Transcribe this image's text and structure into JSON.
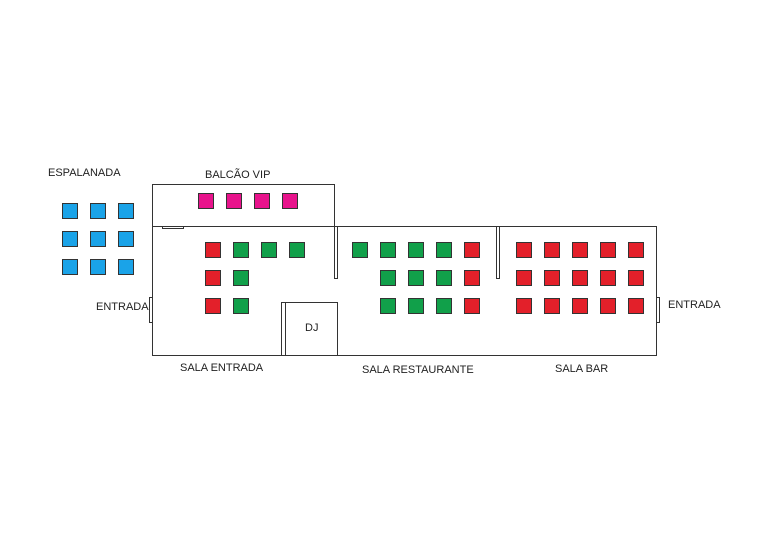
{
  "labels": {
    "espalanada": "ESPALANADA",
    "balcao_vip": "BALCÃO VIP",
    "entrada_left": "ENTRADA",
    "entrada_right": "ENTRADA",
    "dj": "DJ",
    "sala_entrada": "SALA ENTRADA",
    "sala_restaurante": "SALA RESTAURANTE",
    "sala_bar": "SALA BAR"
  },
  "colors": {
    "espalanada": "#1aa3e8",
    "vip": "#e8138c",
    "red": "#e3202a",
    "green": "#11a04a"
  },
  "areas": {
    "espalanada": {
      "rows": 3,
      "cols": 3,
      "color": "blue"
    },
    "balcao_vip": {
      "rows": 1,
      "cols": 4,
      "color": "magenta"
    },
    "sala_entrada": [
      [
        "red",
        "green",
        "green",
        "green"
      ],
      [
        "red",
        "green"
      ],
      [
        "red",
        "green"
      ]
    ],
    "sala_restaurante": [
      [
        "green",
        "green",
        "green",
        "green",
        "red"
      ],
      [
        "green",
        "green",
        "green",
        "red"
      ],
      [
        "green",
        "green",
        "green",
        "red"
      ]
    ],
    "sala_bar": [
      [
        "red",
        "red",
        "red",
        "red",
        "red"
      ],
      [
        "red",
        "red",
        "red",
        "red",
        "red"
      ],
      [
        "red",
        "red",
        "red",
        "red",
        "red"
      ]
    ]
  }
}
